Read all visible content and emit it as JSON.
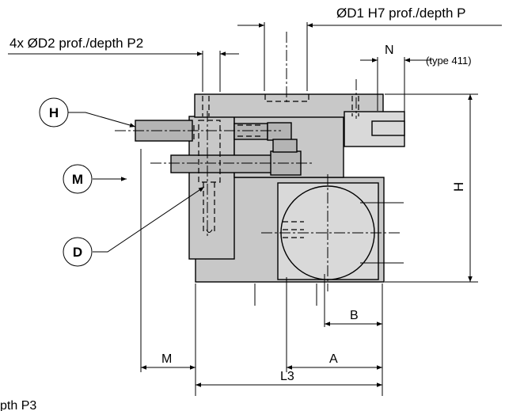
{
  "dimensions": {
    "d1_hole": "ØD1 H7 prof./depth P",
    "d2_holes": "4x ØD2 prof./depth P2",
    "n": "N",
    "type_411": "(type 411)",
    "h": "H",
    "b": "B",
    "a": "A",
    "m": "M",
    "l3": "L3",
    "cut_text": "pth P3"
  },
  "callouts": {
    "h": "H",
    "m": "M",
    "d": "D"
  }
}
